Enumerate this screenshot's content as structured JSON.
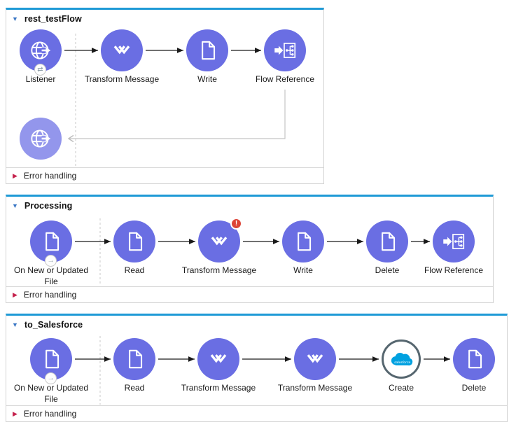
{
  "glyphs": {
    "collapse": "▼",
    "expand": "▶",
    "sync": "⇄",
    "trigger": "→",
    "error_badge": "!"
  },
  "colors": {
    "node_purple": "#6a6ee3",
    "node_purple_light": "#9396ec",
    "flow_top_border_blue": "#1e9ad6",
    "header_triangle_blue": "#3a76c4",
    "error_triangle_red": "#c5234e",
    "error_badge_red": "#dc4437",
    "salesforce_blue": "#00a1e0",
    "create_ring_gray": "#56666f"
  },
  "flows": [
    {
      "title": "rest_testFlow",
      "error_handling": "Error handling",
      "nodes": [
        {
          "label": "Listener",
          "icon": "globe-listener"
        },
        {
          "label": "Transform Message",
          "icon": "dataweave"
        },
        {
          "label": "Write",
          "icon": "document"
        },
        {
          "label": "Flow Reference",
          "icon": "flow-reference"
        }
      ],
      "detached_node": {
        "label": "",
        "icon": "globe-request"
      }
    },
    {
      "title": "Processing",
      "error_handling": "Error handling",
      "nodes": [
        {
          "label": "On New or Updated File",
          "icon": "document-trigger"
        },
        {
          "label": "Read",
          "icon": "document"
        },
        {
          "label": "Transform Message",
          "icon": "dataweave",
          "badge": "error"
        },
        {
          "label": "Write",
          "icon": "document"
        },
        {
          "label": "Delete",
          "icon": "document"
        },
        {
          "label": "Flow Reference",
          "icon": "flow-reference"
        }
      ]
    },
    {
      "title": "to_Salesforce",
      "error_handling": "Error handling",
      "nodes": [
        {
          "label": "On New or Updated File",
          "icon": "document-trigger"
        },
        {
          "label": "Read",
          "icon": "document"
        },
        {
          "label": "Transform Message",
          "icon": "dataweave"
        },
        {
          "label": "Transform Message",
          "icon": "dataweave"
        },
        {
          "label": "Create",
          "icon": "salesforce-create",
          "salesforce_text": "salesforce"
        },
        {
          "label": "Delete",
          "icon": "document"
        }
      ]
    }
  ]
}
